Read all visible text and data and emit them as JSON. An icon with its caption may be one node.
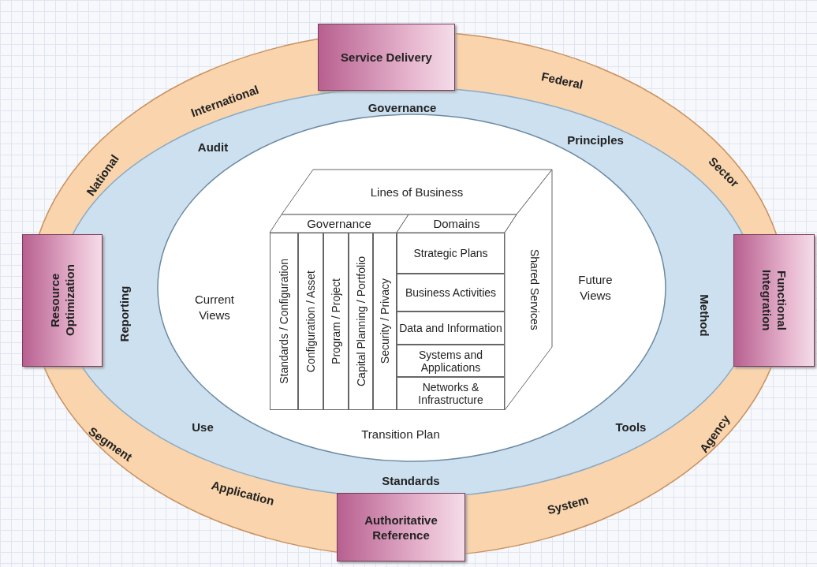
{
  "diagram": {
    "nodes": [
      {
        "text": [
          "Service Delivery"
        ]
      },
      {
        "text": [
          "Resource Optimization"
        ]
      },
      {
        "text": [
          "Functional Integration"
        ]
      },
      {
        "text": [
          "Authoritative Reference"
        ]
      },
      {
        "text": [
          "Lines of Business"
        ]
      },
      {
        "text": [
          "Governance"
        ]
      },
      {
        "text": [
          "Domains"
        ]
      },
      {
        "text": [
          "Standards / Configuration"
        ]
      },
      {
        "text": [
          "Configuration / Asset"
        ]
      },
      {
        "text": [
          "Program / Project"
        ]
      },
      {
        "text": [
          "Capital Planning / Portfolio"
        ]
      },
      {
        "text": [
          "Security / Privacy"
        ]
      },
      {
        "text": [
          "Strategic Plans"
        ]
      },
      {
        "text": [
          "Business Activities"
        ]
      },
      {
        "text": [
          "Data and Information"
        ]
      },
      {
        "text": [
          "Systems and Applications"
        ]
      },
      {
        "text": [
          "Networks & Infrastructure"
        ]
      },
      {
        "text": [
          "Shared Services"
        ]
      }
    ],
    "edges": [],
    "labels": [
      "Federal",
      "International",
      "Governance",
      "Principles",
      "Audit",
      "Sector",
      "National",
      "Future Views",
      "Current Views",
      "Method",
      "Reporting",
      "Use",
      "Transition Plan",
      "Tools",
      "Agency",
      "Segment",
      "Standards",
      "Application",
      "System"
    ]
  }
}
